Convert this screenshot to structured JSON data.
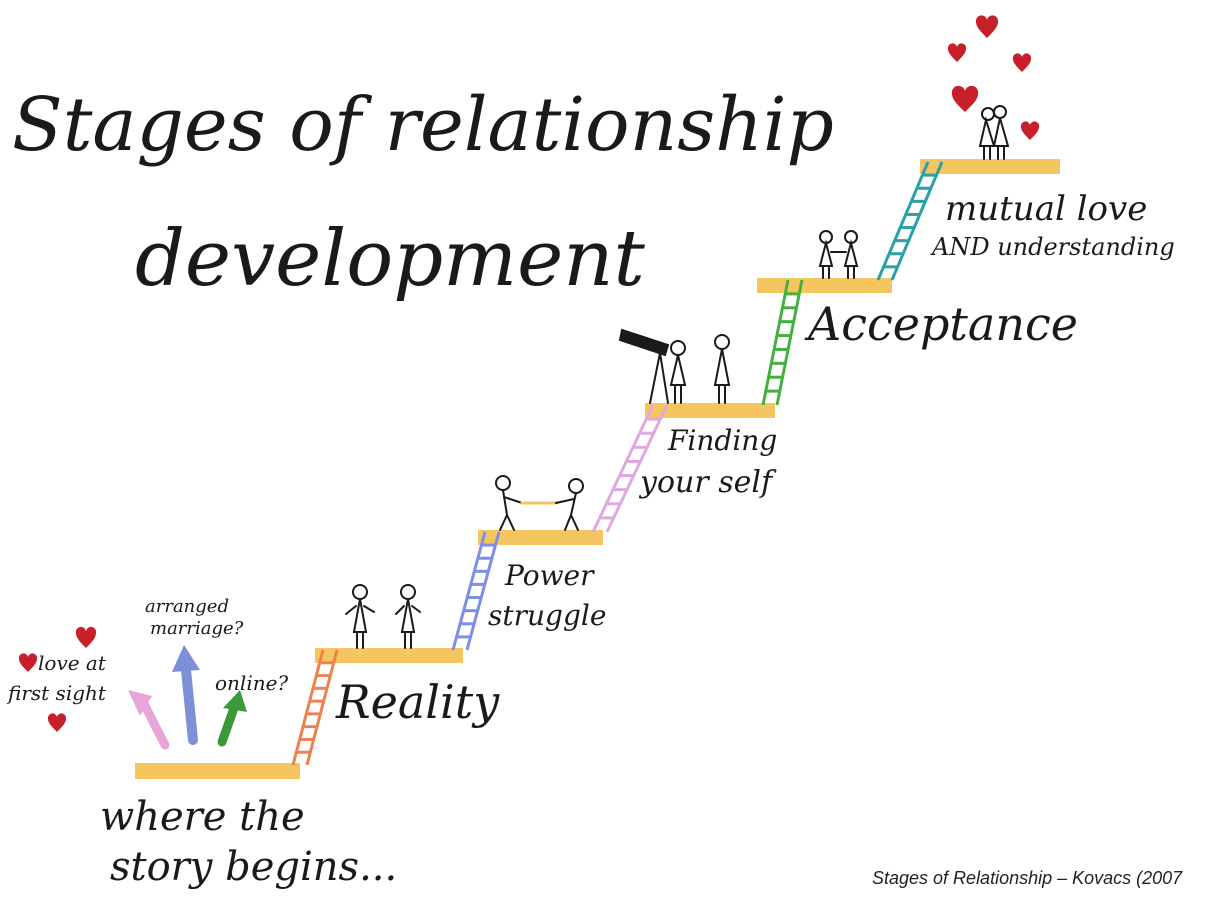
{
  "title": {
    "line1": "Stages of relationship",
    "line2": "development"
  },
  "start": {
    "label_line1": "where the",
    "label_line2": "story begins...",
    "options": [
      {
        "line1": "love at",
        "line2": "first sight",
        "color": "#e8a6d8"
      },
      {
        "line1": "arranged",
        "line2": "marriage?",
        "color": "#7d8fd6"
      },
      {
        "line1": "online?",
        "line2": "",
        "color": "#3a9a3a"
      }
    ]
  },
  "stages": [
    {
      "line1": "Reality",
      "line2": "",
      "ladder_color": "#f08050"
    },
    {
      "line1": "Power",
      "line2": "struggle",
      "ladder_color": "#7d8fe6"
    },
    {
      "line1": "Finding",
      "line2": "your self",
      "ladder_color": "#e0a8e0"
    },
    {
      "line1": "Acceptance",
      "line2": "",
      "ladder_color": "#44b040"
    },
    {
      "line1": "mutual love",
      "line2": "AND understanding",
      "ladder_color": "#2aa0a8"
    }
  ],
  "colors": {
    "platform": "#f5c560",
    "heart": "#c8202a",
    "ink": "#1a1a1a"
  },
  "caption": "Stages of Relationship – Kovacs (2007"
}
